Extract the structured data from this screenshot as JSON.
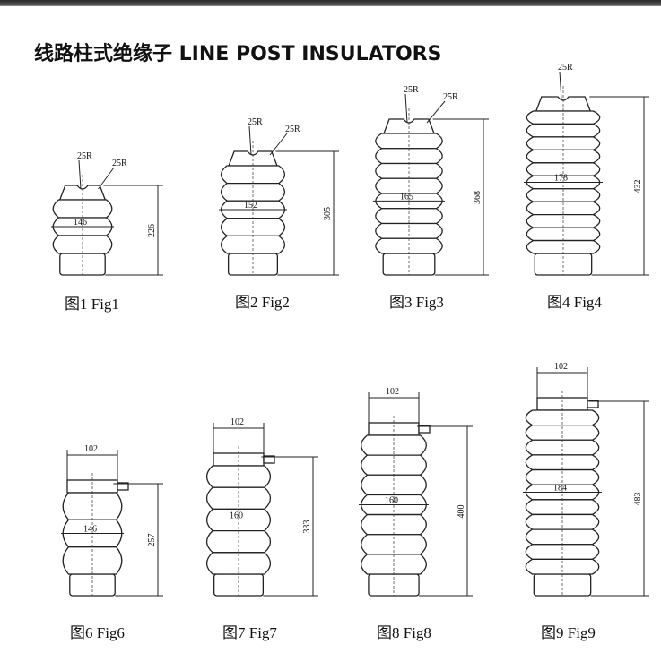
{
  "title": "线路柱式绝缘子 LINE POST INSULATORS",
  "figures": [
    {
      "id": "fig1",
      "caption": "图1  Fig1",
      "height_label": "226",
      "width_label": "146",
      "radius_labels": [
        "25R",
        "25R"
      ],
      "top_type": "saddle"
    },
    {
      "id": "fig2",
      "caption": "图2  Fig2",
      "height_label": "305",
      "width_label": "152",
      "radius_labels": [
        "25R",
        "25R"
      ],
      "top_type": "saddle"
    },
    {
      "id": "fig3",
      "caption": "图3  Fig3",
      "height_label": "368",
      "width_label": "165",
      "radius_labels": [
        "25R",
        "25R"
      ],
      "top_type": "saddle"
    },
    {
      "id": "fig4",
      "caption": "图4  Fig4",
      "height_label": "432",
      "width_label": "178",
      "radius_labels": [
        "25R"
      ],
      "top_type": "saddle"
    },
    {
      "id": "fig6",
      "caption": "图6  Fig6",
      "height_label": "257",
      "width_label": "146",
      "clamp_label": "102",
      "top_type": "clamp"
    },
    {
      "id": "fig7",
      "caption": "图7  Fig7",
      "height_label": "333",
      "width_label": "160",
      "clamp_label": "102",
      "top_type": "clamp"
    },
    {
      "id": "fig8",
      "caption": "图8  Fig8",
      "height_label": "400",
      "width_label": "160",
      "clamp_label": "102",
      "top_type": "clamp"
    },
    {
      "id": "fig9",
      "caption": "图9  Fig9",
      "height_label": "483",
      "width_label": "184",
      "clamp_label": "102",
      "top_type": "clamp"
    }
  ]
}
